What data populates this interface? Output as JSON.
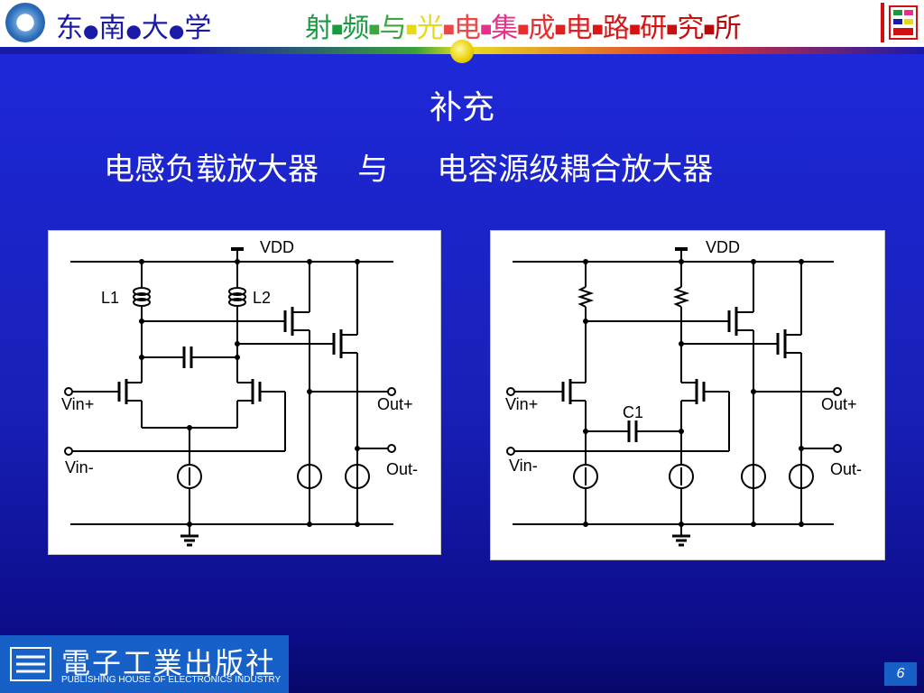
{
  "header": {
    "university": [
      "东",
      "南",
      "大",
      "学"
    ],
    "institute": [
      {
        "t": "射",
        "c": "#1a9a40"
      },
      {
        "t": "频",
        "c": "#1a9a40"
      },
      {
        "t": "与",
        "c": "#3aa83a"
      },
      {
        "t": "光",
        "c": "#e8d818"
      },
      {
        "t": "电",
        "c": "#e84848"
      },
      {
        "t": "集",
        "c": "#e8308a"
      },
      {
        "t": "成",
        "c": "#e83030"
      },
      {
        "t": "电",
        "c": "#e02020"
      },
      {
        "t": "路",
        "c": "#d81818"
      },
      {
        "t": "研",
        "c": "#d81010"
      },
      {
        "t": "究",
        "c": "#c81010"
      },
      {
        "t": "所",
        "c": "#b80808"
      }
    ],
    "sep_colors": [
      "#1a9a40",
      "#3aa83a",
      "#e8d818",
      "#e84848",
      "#e8308a",
      "#e83030",
      "#e02020",
      "#d81818",
      "#d81010",
      "#c81010",
      "#b80808"
    ]
  },
  "slide": {
    "title": "补充",
    "subtitle_left": "电感负载放大器",
    "subtitle_mid": "与",
    "subtitle_right": "电容源级耦合放大器"
  },
  "circuit_left": {
    "vdd": "VDD",
    "l1": "L1",
    "l2": "L2",
    "vin_plus": "Vin+",
    "vin_minus": "Vin-",
    "out_plus": "Out+",
    "out_minus": "Out-"
  },
  "circuit_right": {
    "vdd": "VDD",
    "c1": "C1",
    "vin_plus": "Vin+",
    "vin_minus": "Vin-",
    "out_plus": "Out+",
    "out_minus": "Out-"
  },
  "footer": {
    "publisher": "電子工業出版社",
    "publisher_en": "PUBLISHING HOUSE OF ELECTRONICS INDUSTRY",
    "page": "6"
  }
}
